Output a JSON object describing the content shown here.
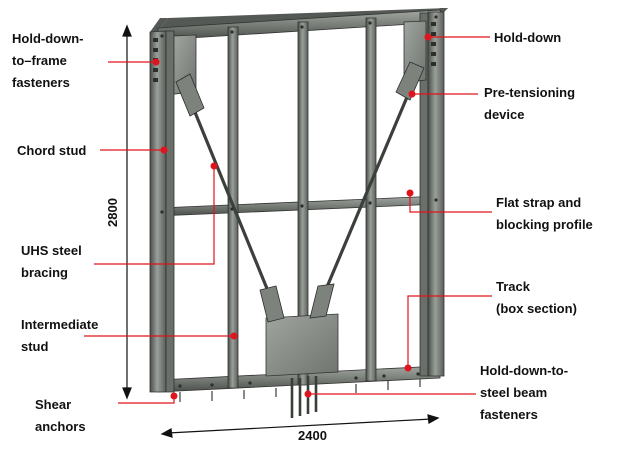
{
  "labels": {
    "hold_down_to_frame": [
      "Hold-down-",
      "to–frame",
      "fasteners"
    ],
    "chord_stud": [
      "Chord stud"
    ],
    "uhs_bracing": [
      "UHS steel",
      "bracing"
    ],
    "intermediate_stud": [
      "Intermediate",
      "stud"
    ],
    "shear_anchors": [
      "Shear",
      "anchors"
    ],
    "hold_down": [
      "Hold-down"
    ],
    "pretensioning": [
      "Pre-tensioning",
      "device"
    ],
    "flat_strap": [
      "Flat strap and",
      "blocking profile"
    ],
    "track": [
      "Track",
      "(box section)"
    ],
    "hd_to_beam": [
      "Hold-down-to-",
      "steel beam",
      "fasteners"
    ]
  },
  "dimensions": {
    "height": "2800",
    "width": "2400"
  },
  "colors": {
    "steel_light": "#8c918c",
    "steel_mid": "#6f746f",
    "steel_dark": "#3f433f",
    "leader": "#e0141c"
  }
}
